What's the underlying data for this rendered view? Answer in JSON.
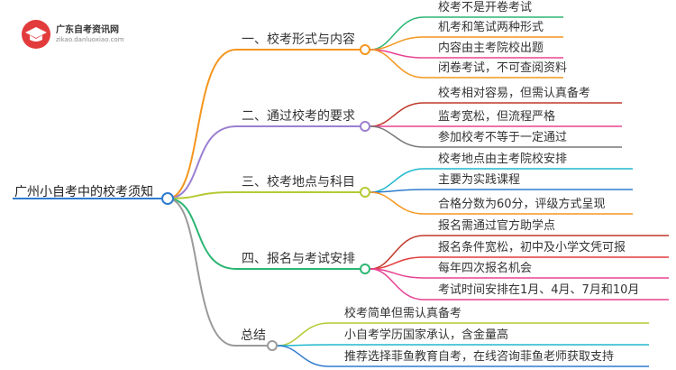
{
  "logo": {
    "title": "广东自考资讯网",
    "subtitle": "zikao.danluoxiao.com"
  },
  "root": "广州小自考中的校考须知",
  "branches": [
    {
      "label": "一、校考形式与内容",
      "color": "#f5961e",
      "children": [
        {
          "text": "校考不是开卷考试",
          "color": "#2bb673"
        },
        {
          "text": "机考和笔试两种形式",
          "color": "#f5961e"
        },
        {
          "text": "内容由主考院校出题",
          "color": "#e84393"
        },
        {
          "text": "闭卷考试，不可查阅资料",
          "color": "#f5961e"
        }
      ]
    },
    {
      "label": "二、通过校考的要求",
      "color": "#9b7fd1",
      "children": [
        {
          "text": "校考相对容易，但需认真备考",
          "color": "#c0392b"
        },
        {
          "text": "监考宽松，但流程严格",
          "color": "#e84393"
        },
        {
          "text": "参加校考不等于一定通过",
          "color": "#777777"
        }
      ]
    },
    {
      "label": "三、校考地点与科目",
      "color": "#b5c934",
      "children": [
        {
          "text": "校考地点由主考院校安排",
          "color": "#22b8cf"
        },
        {
          "text": "主要为实践课程",
          "color": "#2e7bcf"
        },
        {
          "text": "合格分数为60分，评级方式呈现",
          "color": "#f5961e"
        }
      ]
    },
    {
      "label": "四、报名与考试安排",
      "color": "#2bb673",
      "children": [
        {
          "text": "报名需通过官方助学点",
          "color": "#c0392b"
        },
        {
          "text": "报名条件宽松，初中及小学文凭可报",
          "color": "#e23b3b"
        },
        {
          "text": "每年四次报名机会",
          "color": "#e84393"
        },
        {
          "text": "考试时间安排在1月、4月、7月和10月",
          "color": "#e84393"
        }
      ]
    },
    {
      "label": "总结",
      "color": "#9a9a9a",
      "children": [
        {
          "text": "校考简单但需认真备考",
          "color": "#b5c934"
        },
        {
          "text": "小自考学历国家承认，含金量高",
          "color": "#22b8cf"
        },
        {
          "text": "推荐选择菲鱼教育自考，在线咨询菲鱼老师获取支持",
          "color": "#2e7bcf"
        }
      ]
    }
  ]
}
